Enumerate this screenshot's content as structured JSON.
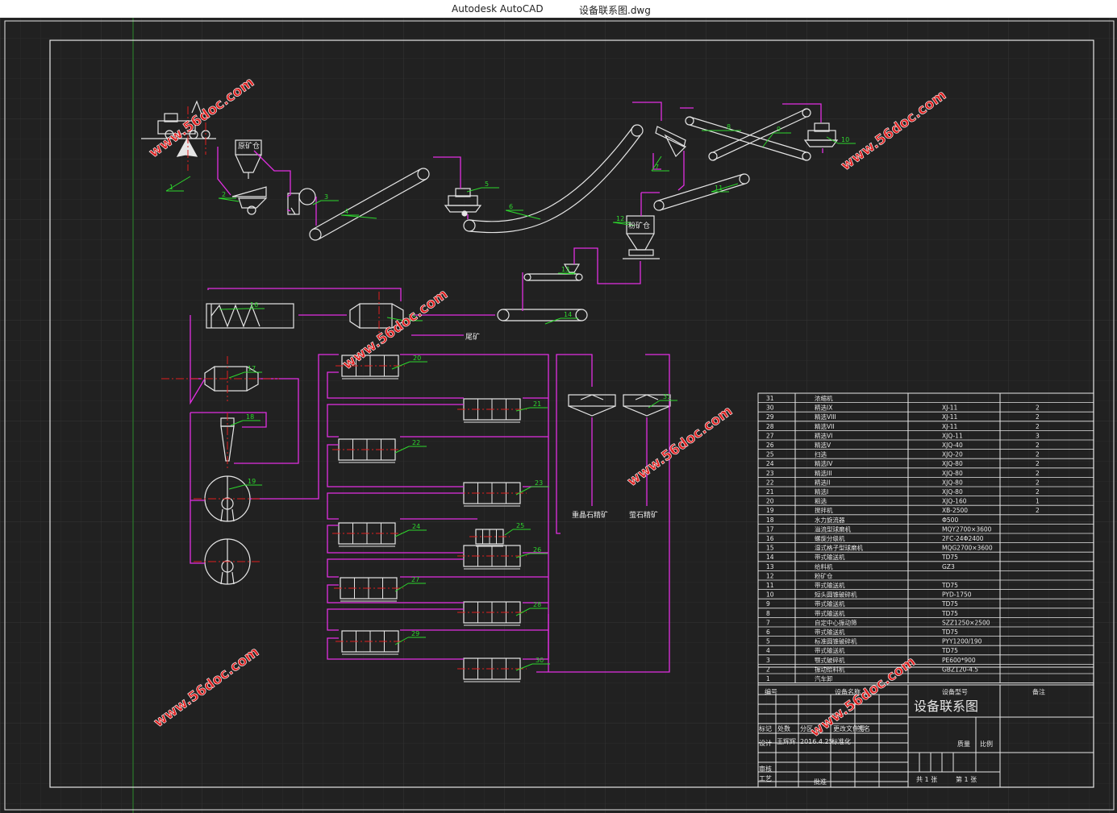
{
  "app": {
    "name": "Autodesk AutoCAD",
    "file": "设备联系图.dwg"
  },
  "colors": {
    "background": "#212121",
    "grid": "#2c2c2c",
    "line": "#e6e6e6",
    "pipe": "#e22fe2",
    "label": "#2dd82d",
    "centerline": "#e02020",
    "watermark": "#e02020"
  },
  "drawing": {
    "feed_bin": "原矿仓",
    "powder_bin": "粉矿仓",
    "tailings": "尾矿",
    "product_1": "重晶石精矿",
    "product_2": "萤石精矿",
    "numbers": [
      "1",
      "2",
      "3",
      "4",
      "5",
      "6",
      "7",
      "8",
      "9",
      "10",
      "11",
      "12",
      "13",
      "14",
      "15",
      "16",
      "17",
      "18",
      "19",
      "20",
      "21",
      "22",
      "23",
      "24",
      "25",
      "26",
      "27",
      "28",
      "29",
      "30",
      "31"
    ]
  },
  "watermark": "www.56doc.com",
  "equipment_table": {
    "headers": [
      "编号",
      "设备名称",
      "设备型号",
      "备注"
    ],
    "rows": [
      {
        "no": "31",
        "name": "浓缩机",
        "model": "",
        "qty": ""
      },
      {
        "no": "30",
        "name": "精选IX",
        "model": "XJ-11",
        "qty": "2"
      },
      {
        "no": "29",
        "name": "精选VIII",
        "model": "XJ-11",
        "qty": "2"
      },
      {
        "no": "28",
        "name": "精选VII",
        "model": "XJ-11",
        "qty": "2"
      },
      {
        "no": "27",
        "name": "精选VI",
        "model": "XJQ-11",
        "qty": "3"
      },
      {
        "no": "26",
        "name": "精选V",
        "model": "XJQ-40",
        "qty": "2"
      },
      {
        "no": "25",
        "name": "扫选",
        "model": "XJQ-20",
        "qty": "2"
      },
      {
        "no": "24",
        "name": "精选IV",
        "model": "XJQ-80",
        "qty": "2"
      },
      {
        "no": "23",
        "name": "精选III",
        "model": "XJQ-80",
        "qty": "2"
      },
      {
        "no": "22",
        "name": "精选II",
        "model": "XJQ-80",
        "qty": "2"
      },
      {
        "no": "21",
        "name": "精选I",
        "model": "XJQ-80",
        "qty": "2"
      },
      {
        "no": "20",
        "name": "粗选",
        "model": "XJQ-160",
        "qty": "1"
      },
      {
        "no": "19",
        "name": "搅拌机",
        "model": "XB-2500",
        "qty": "2"
      },
      {
        "no": "18",
        "name": "水力旋流器",
        "model": "Φ500",
        "qty": ""
      },
      {
        "no": "17",
        "name": "溢流型球磨机",
        "model": "MQY2700×3600",
        "qty": ""
      },
      {
        "no": "16",
        "name": "螺旋分级机",
        "model": "2FC-24Φ2400",
        "qty": ""
      },
      {
        "no": "15",
        "name": "湿式格子型球磨机",
        "model": "MQG2700×3600",
        "qty": ""
      },
      {
        "no": "14",
        "name": "带式输送机",
        "model": "TD75",
        "qty": ""
      },
      {
        "no": "13",
        "name": "给料机",
        "model": "GZ3",
        "qty": ""
      },
      {
        "no": "12",
        "name": "粉矿仓",
        "model": "",
        "qty": ""
      },
      {
        "no": "11",
        "name": "带式输送机",
        "model": "TD75",
        "qty": ""
      },
      {
        "no": "10",
        "name": "短头圆锥破碎机",
        "model": "PYD-1750",
        "qty": ""
      },
      {
        "no": "9",
        "name": "带式输送机",
        "model": "TD75",
        "qty": ""
      },
      {
        "no": "8",
        "name": "带式输送机",
        "model": "TD75",
        "qty": ""
      },
      {
        "no": "7",
        "name": "自定中心振动筛",
        "model": "SZZ1250×2500",
        "qty": ""
      },
      {
        "no": "6",
        "name": "带式输送机",
        "model": "TD75",
        "qty": ""
      },
      {
        "no": "5",
        "name": "标准圆锥破碎机",
        "model": "PYY1200/190",
        "qty": ""
      },
      {
        "no": "4",
        "name": "带式输送机",
        "model": "TD75",
        "qty": ""
      },
      {
        "no": "3",
        "name": "颚式破碎机",
        "model": "PE600*900",
        "qty": ""
      },
      {
        "no": "2",
        "name": "振动给料机",
        "model": "GBZ120-4.5",
        "qty": ""
      },
      {
        "no": "1",
        "name": "汽车卸",
        "model": "",
        "qty": ""
      }
    ]
  },
  "title_block": {
    "title": "设备联系图",
    "mark": "标记",
    "count": "处数",
    "zone": "分区",
    "docno": "更改文件号",
    "sign": "签名",
    "design": "设计",
    "designer": "王辉辉",
    "date": "2016.4.25",
    "standard": "标准化",
    "review": "审核",
    "process": "工艺",
    "approve": "批准",
    "mass": "质量",
    "scale": "比例",
    "total_sheets": "共 1 张",
    "sheet_no": "第 1 张"
  }
}
